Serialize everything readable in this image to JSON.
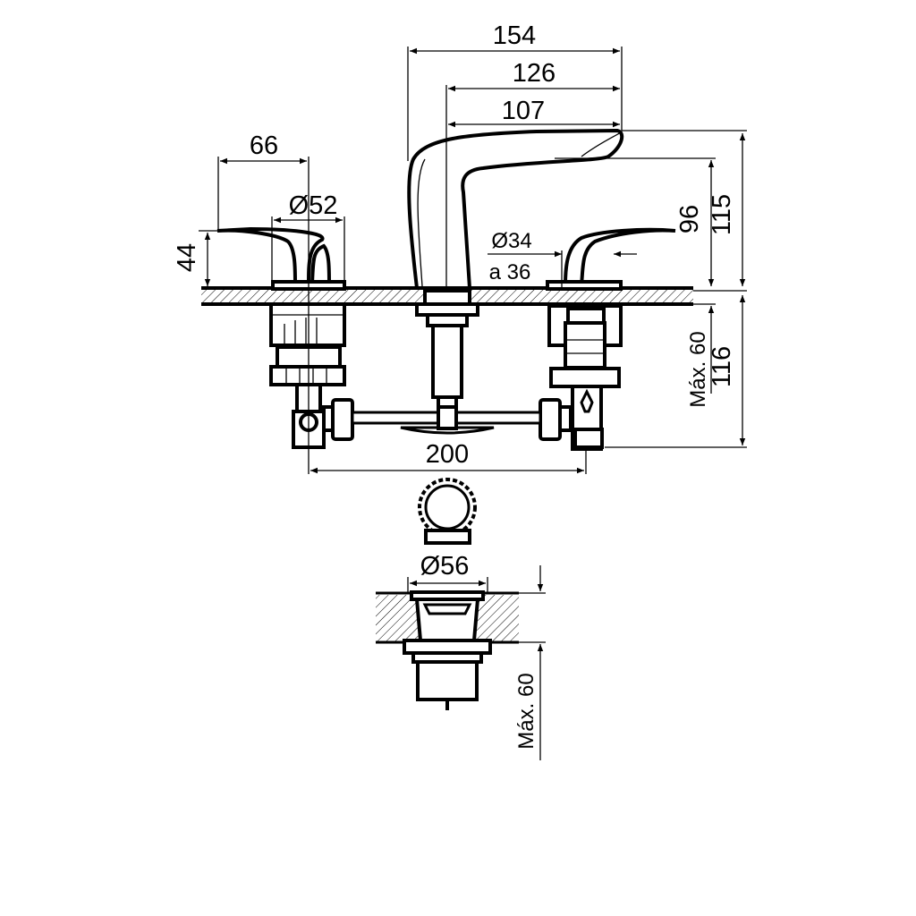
{
  "drawing": {
    "faucet_dimensions": {
      "spout_reach_total": "154",
      "spout_reach_mid": "126",
      "spout_reach_inner": "107",
      "handle_length": "66",
      "handle_base_diameter": "Ø52",
      "handle_height": "44",
      "hole_diameter": "Ø34",
      "hole_diameter_range": "a 36",
      "spout_outlet_height": "96",
      "spout_total_height": "115",
      "max_counter_thickness": "Máx. 60",
      "below_counter_depth": "116",
      "handle_spacing": "200"
    },
    "drain_dimensions": {
      "drain_diameter": "Ø56",
      "max_counter_thickness": "Máx. 60"
    }
  }
}
